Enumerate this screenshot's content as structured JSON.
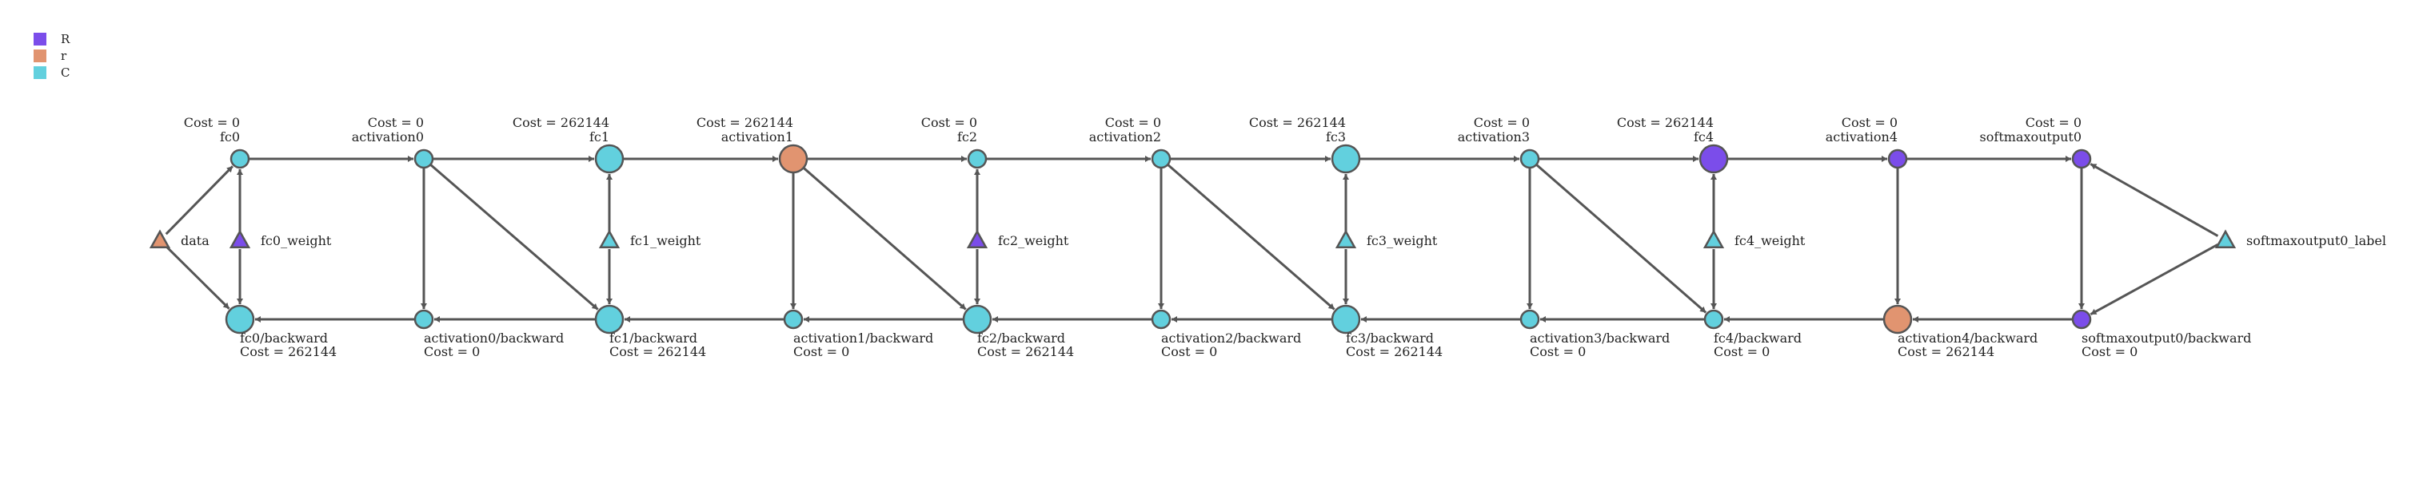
{
  "colors": {
    "R": "#7b4dea",
    "r": "#e19470",
    "C": "#62d0de",
    "edge": "#555555"
  },
  "legend": [
    {
      "key": "R",
      "label": "R",
      "color": "#7b4dea"
    },
    {
      "key": "r",
      "label": "r",
      "color": "#e19470"
    },
    {
      "key": "C",
      "label": "C",
      "color": "#62d0de"
    }
  ],
  "nodes": [
    {
      "id": "data",
      "shape": "triangle",
      "color": "r",
      "label": "data"
    },
    {
      "id": "fc0",
      "shape": "circle",
      "size": "small",
      "color": "C",
      "label": "fc0",
      "cost": "Cost = 0"
    },
    {
      "id": "fc0_weight",
      "shape": "triangle",
      "color": "R",
      "label": "fc0_weight"
    },
    {
      "id": "fc0_backward",
      "shape": "circle",
      "size": "big",
      "color": "C",
      "label": "fc0/backward",
      "cost": "Cost = 262144"
    },
    {
      "id": "activation0",
      "shape": "circle",
      "size": "small",
      "color": "C",
      "label": "activation0",
      "cost": "Cost = 0"
    },
    {
      "id": "activation0_backward",
      "shape": "circle",
      "size": "small",
      "color": "C",
      "label": "activation0/backward",
      "cost": "Cost = 0"
    },
    {
      "id": "fc1",
      "shape": "circle",
      "size": "big",
      "color": "C",
      "label": "fc1",
      "cost": "Cost = 262144"
    },
    {
      "id": "fc1_weight",
      "shape": "triangle",
      "color": "C",
      "label": "fc1_weight"
    },
    {
      "id": "fc1_backward",
      "shape": "circle",
      "size": "big",
      "color": "C",
      "label": "fc1/backward",
      "cost": "Cost = 262144"
    },
    {
      "id": "activation1",
      "shape": "circle",
      "size": "big",
      "color": "r",
      "label": "activation1",
      "cost": "Cost = 262144"
    },
    {
      "id": "activation1_backward",
      "shape": "circle",
      "size": "small",
      "color": "C",
      "label": "activation1/backward",
      "cost": "Cost = 0"
    },
    {
      "id": "fc2",
      "shape": "circle",
      "size": "small",
      "color": "C",
      "label": "fc2",
      "cost": "Cost = 0"
    },
    {
      "id": "fc2_weight",
      "shape": "triangle",
      "color": "R",
      "label": "fc2_weight"
    },
    {
      "id": "fc2_backward",
      "shape": "circle",
      "size": "big",
      "color": "C",
      "label": "fc2/backward",
      "cost": "Cost = 262144"
    },
    {
      "id": "activation2",
      "shape": "circle",
      "size": "small",
      "color": "C",
      "label": "activation2",
      "cost": "Cost = 0"
    },
    {
      "id": "activation2_backward",
      "shape": "circle",
      "size": "small",
      "color": "C",
      "label": "activation2/backward",
      "cost": "Cost = 0"
    },
    {
      "id": "fc3",
      "shape": "circle",
      "size": "big",
      "color": "C",
      "label": "fc3",
      "cost": "Cost = 262144"
    },
    {
      "id": "fc3_weight",
      "shape": "triangle",
      "color": "C",
      "label": "fc3_weight"
    },
    {
      "id": "fc3_backward",
      "shape": "circle",
      "size": "big",
      "color": "C",
      "label": "fc3/backward",
      "cost": "Cost = 262144"
    },
    {
      "id": "activation3",
      "shape": "circle",
      "size": "small",
      "color": "C",
      "label": "activation3",
      "cost": "Cost = 0"
    },
    {
      "id": "activation3_backward",
      "shape": "circle",
      "size": "small",
      "color": "C",
      "label": "activation3/backward",
      "cost": "Cost = 0"
    },
    {
      "id": "fc4",
      "shape": "circle",
      "size": "big",
      "color": "R",
      "label": "fc4",
      "cost": "Cost = 262144"
    },
    {
      "id": "fc4_weight",
      "shape": "triangle",
      "color": "C",
      "label": "fc4_weight"
    },
    {
      "id": "fc4_backward",
      "shape": "circle",
      "size": "small",
      "color": "C",
      "label": "fc4/backward",
      "cost": "Cost = 0"
    },
    {
      "id": "activation4",
      "shape": "circle",
      "size": "small",
      "color": "R",
      "label": "activation4",
      "cost": "Cost = 0"
    },
    {
      "id": "activation4_backward",
      "shape": "circle",
      "size": "big",
      "color": "r",
      "label": "activation4/backward",
      "cost": "Cost = 262144"
    },
    {
      "id": "softmaxoutput0",
      "shape": "circle",
      "size": "small",
      "color": "R",
      "label": "softmaxoutput0",
      "cost": "Cost = 0"
    },
    {
      "id": "softmaxoutput0_backward",
      "shape": "circle",
      "size": "small",
      "color": "R",
      "label": "softmaxoutput0/backward",
      "cost": "Cost = 0"
    },
    {
      "id": "softmaxoutput0_label",
      "shape": "triangle",
      "color": "C",
      "label": "softmaxoutput0_label"
    }
  ],
  "edges": [
    [
      "data",
      "fc0"
    ],
    [
      "fc0_weight",
      "fc0"
    ],
    [
      "fc0",
      "activation0"
    ],
    [
      "activation0",
      "fc1"
    ],
    [
      "fc1_weight",
      "fc1"
    ],
    [
      "fc1",
      "activation1"
    ],
    [
      "activation1",
      "fc2"
    ],
    [
      "fc2_weight",
      "fc2"
    ],
    [
      "fc2",
      "activation2"
    ],
    [
      "activation2",
      "fc3"
    ],
    [
      "fc3_weight",
      "fc3"
    ],
    [
      "fc3",
      "activation3"
    ],
    [
      "activation3",
      "fc4"
    ],
    [
      "fc4_weight",
      "fc4"
    ],
    [
      "fc4",
      "activation4"
    ],
    [
      "activation4",
      "softmaxoutput0"
    ],
    [
      "softmaxoutput0_label",
      "softmaxoutput0"
    ],
    [
      "softmaxoutput0",
      "softmaxoutput0_backward"
    ],
    [
      "softmaxoutput0_label",
      "softmaxoutput0_backward"
    ],
    [
      "softmaxoutput0_backward",
      "activation4_backward"
    ],
    [
      "activation4",
      "activation4_backward"
    ],
    [
      "activation4_backward",
      "fc4_backward"
    ],
    [
      "fc4_weight",
      "fc4_backward"
    ],
    [
      "activation3",
      "fc4_backward"
    ],
    [
      "fc4_backward",
      "activation3_backward"
    ],
    [
      "activation3",
      "activation3_backward"
    ],
    [
      "activation3_backward",
      "fc3_backward"
    ],
    [
      "fc3_weight",
      "fc3_backward"
    ],
    [
      "activation2",
      "fc3_backward"
    ],
    [
      "fc3_backward",
      "activation2_backward"
    ],
    [
      "activation2",
      "activation2_backward"
    ],
    [
      "activation2_backward",
      "fc2_backward"
    ],
    [
      "fc2_weight",
      "fc2_backward"
    ],
    [
      "activation1",
      "fc2_backward"
    ],
    [
      "fc2_backward",
      "activation1_backward"
    ],
    [
      "activation1",
      "activation1_backward"
    ],
    [
      "activation1_backward",
      "fc1_backward"
    ],
    [
      "fc1_weight",
      "fc1_backward"
    ],
    [
      "activation0",
      "fc1_backward"
    ],
    [
      "fc1_backward",
      "activation0_backward"
    ],
    [
      "activation0",
      "activation0_backward"
    ],
    [
      "activation0_backward",
      "fc0_backward"
    ],
    [
      "fc0_weight",
      "fc0_backward"
    ],
    [
      "data",
      "fc0_backward"
    ]
  ]
}
